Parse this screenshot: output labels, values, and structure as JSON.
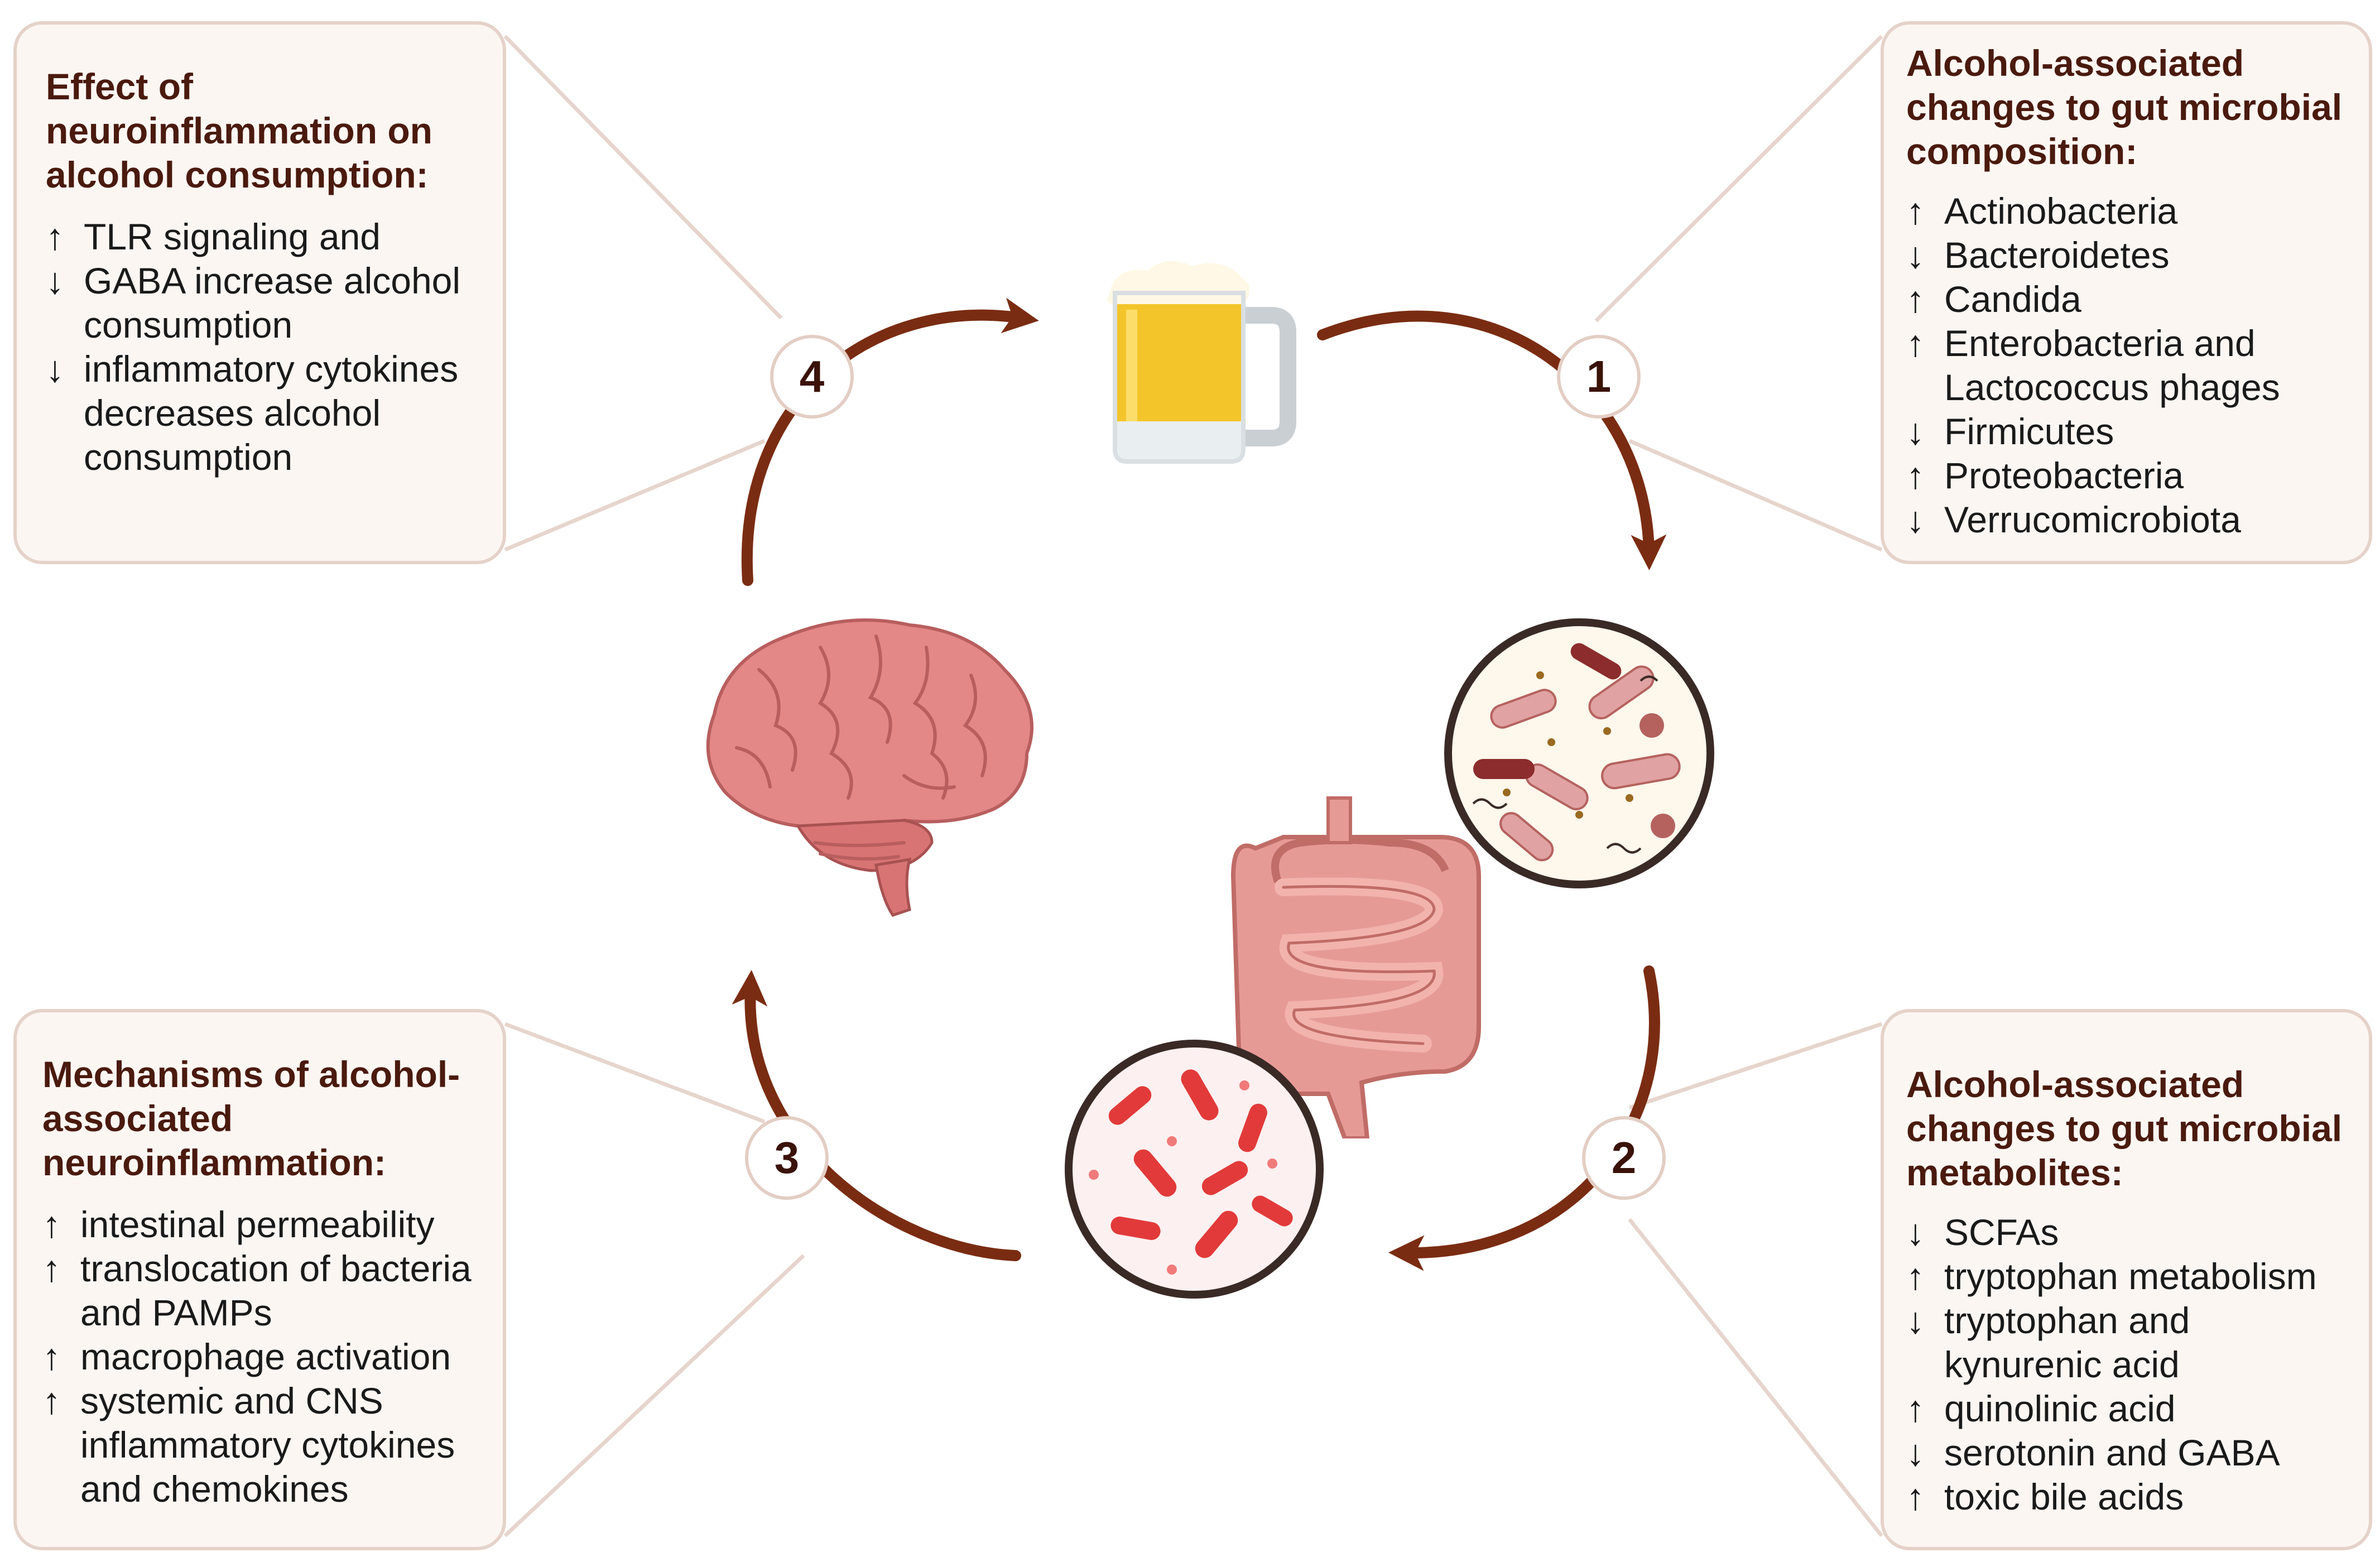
{
  "steps": {
    "step1": {
      "number": "1",
      "title": "Alcohol-associated changes to gut microbial composition:",
      "items": [
        {
          "arrow": "↑",
          "text": "Actinobacteria"
        },
        {
          "arrow": "↓",
          "text": "Bacteroidetes"
        },
        {
          "arrow": "↑",
          "text": "Candida"
        },
        {
          "arrow": "↑",
          "text": "Enterobacteria and Lactococcus phages"
        },
        {
          "arrow": "↓",
          "text": "Firmicutes"
        },
        {
          "arrow": "↑",
          "text": "Proteobacteria"
        },
        {
          "arrow": "↓",
          "text": "Verrucomicrobiota"
        }
      ]
    },
    "step2": {
      "number": "2",
      "title": "Alcohol-associated changes to gut microbial metabolites:",
      "items": [
        {
          "arrow": "↓",
          "text": "SCFAs"
        },
        {
          "arrow": "↑",
          "text": "tryptophan metabolism"
        },
        {
          "arrow": "↓",
          "text": "tryptophan and kynurenic acid"
        },
        {
          "arrow": "↑",
          "text": "quinolinic acid"
        },
        {
          "arrow": "↓",
          "text": "serotonin and GABA"
        },
        {
          "arrow": "↑",
          "text": "toxic bile acids"
        }
      ]
    },
    "step3": {
      "number": "3",
      "title": "Mechanisms of alcohol-associated neuroinflammation:",
      "items": [
        {
          "arrow": "↑",
          "text": "intestinal permeability"
        },
        {
          "arrow": "↑",
          "text": "translocation of bacteria and PAMPs"
        },
        {
          "arrow": "↑",
          "text": "macrophage activation"
        },
        {
          "arrow": "↑",
          "text": "systemic and CNS inflammatory cytokines and chemokines"
        }
      ]
    },
    "step4": {
      "number": "4",
      "title": "Effect of neuroinflammation on alcohol consumption:",
      "items": [
        {
          "arrow": "↑",
          "text": "TLR signaling and"
        },
        {
          "arrow": "↓",
          "text": "GABA increase alcohol consumption"
        },
        {
          "arrow": "↓",
          "text": "inflammatory cytokines decreases alcohol consumption"
        }
      ]
    }
  },
  "icons": {
    "beer": "beer-mug-icon",
    "brain": "brain-icon",
    "intestine": "intestine-icon",
    "microbes_top": "bacteria-magnified-icon",
    "microbes_bottom": "bacteria-magnified-icon"
  },
  "colors": {
    "arrow": "#7a2c12",
    "box_fill": "#fcf6f2",
    "box_border": "#e5d2c9",
    "title_text": "#4a1a0e"
  }
}
